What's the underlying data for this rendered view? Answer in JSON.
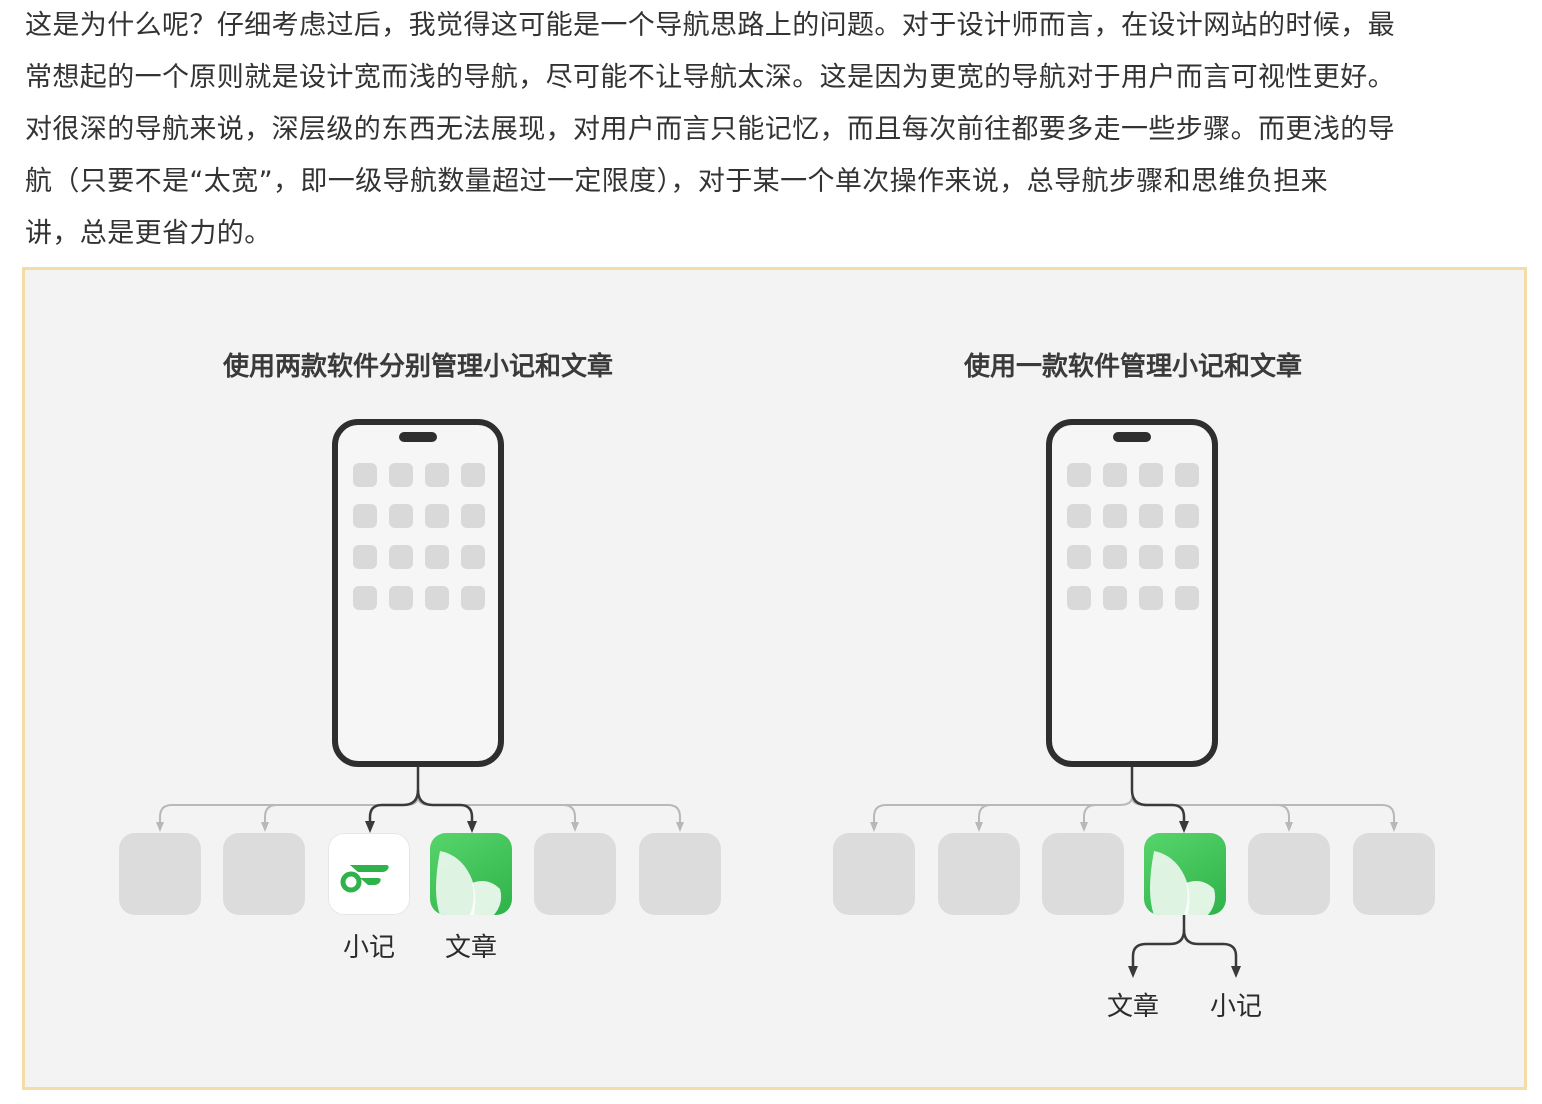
{
  "paragraph": {
    "lines": [
      "这是为什么呢？仔细考虑过后，我觉得这可能是一个导航思路上的问题。对于设计师而言，在设计网站的时候，最",
      "常想起的一个原则就是设计宽而浅的导航，尽可能不让导航太深。这是因为更宽的导航对于用户而言可视性更好。",
      "对很深的导航来说，深层级的东西无法展现，对用户而言只能记忆，而且每次前往都要多走一些步骤。而更浅的导",
      "航（只要不是“太宽”，即一级导航数量超过一定限度），对于某一个单次操作来说，总导航步骤和思维负担来",
      "讲，总是更省力的。"
    ]
  },
  "figure": {
    "left_panel": {
      "title": "使用两款软件分别管理小记和文章",
      "tiles": [
        {
          "kind": "placeholder",
          "label": ""
        },
        {
          "kind": "placeholder",
          "label": ""
        },
        {
          "kind": "app",
          "icon": "flomo-icon",
          "label": "小记"
        },
        {
          "kind": "app",
          "icon": "green-bird-icon",
          "label": "文章"
        },
        {
          "kind": "placeholder",
          "label": ""
        },
        {
          "kind": "placeholder",
          "label": ""
        }
      ]
    },
    "right_panel": {
      "title": "使用一款软件管理小记和文章",
      "tiles": [
        {
          "kind": "placeholder",
          "label": ""
        },
        {
          "kind": "placeholder",
          "label": ""
        },
        {
          "kind": "placeholder",
          "label": ""
        },
        {
          "kind": "app",
          "icon": "green-bird-icon",
          "label": ""
        },
        {
          "kind": "placeholder",
          "label": ""
        },
        {
          "kind": "placeholder",
          "label": ""
        }
      ],
      "sub_items": [
        "文章",
        "小记"
      ]
    }
  },
  "colors": {
    "figure_border": "#f3dca6",
    "figure_background": "#f3f3f3",
    "placeholder_tile": "#dcdcdc",
    "active_connector": "#3a3a3a",
    "inactive_connector": "#b8b8b8",
    "app_green": "#3cc152"
  }
}
